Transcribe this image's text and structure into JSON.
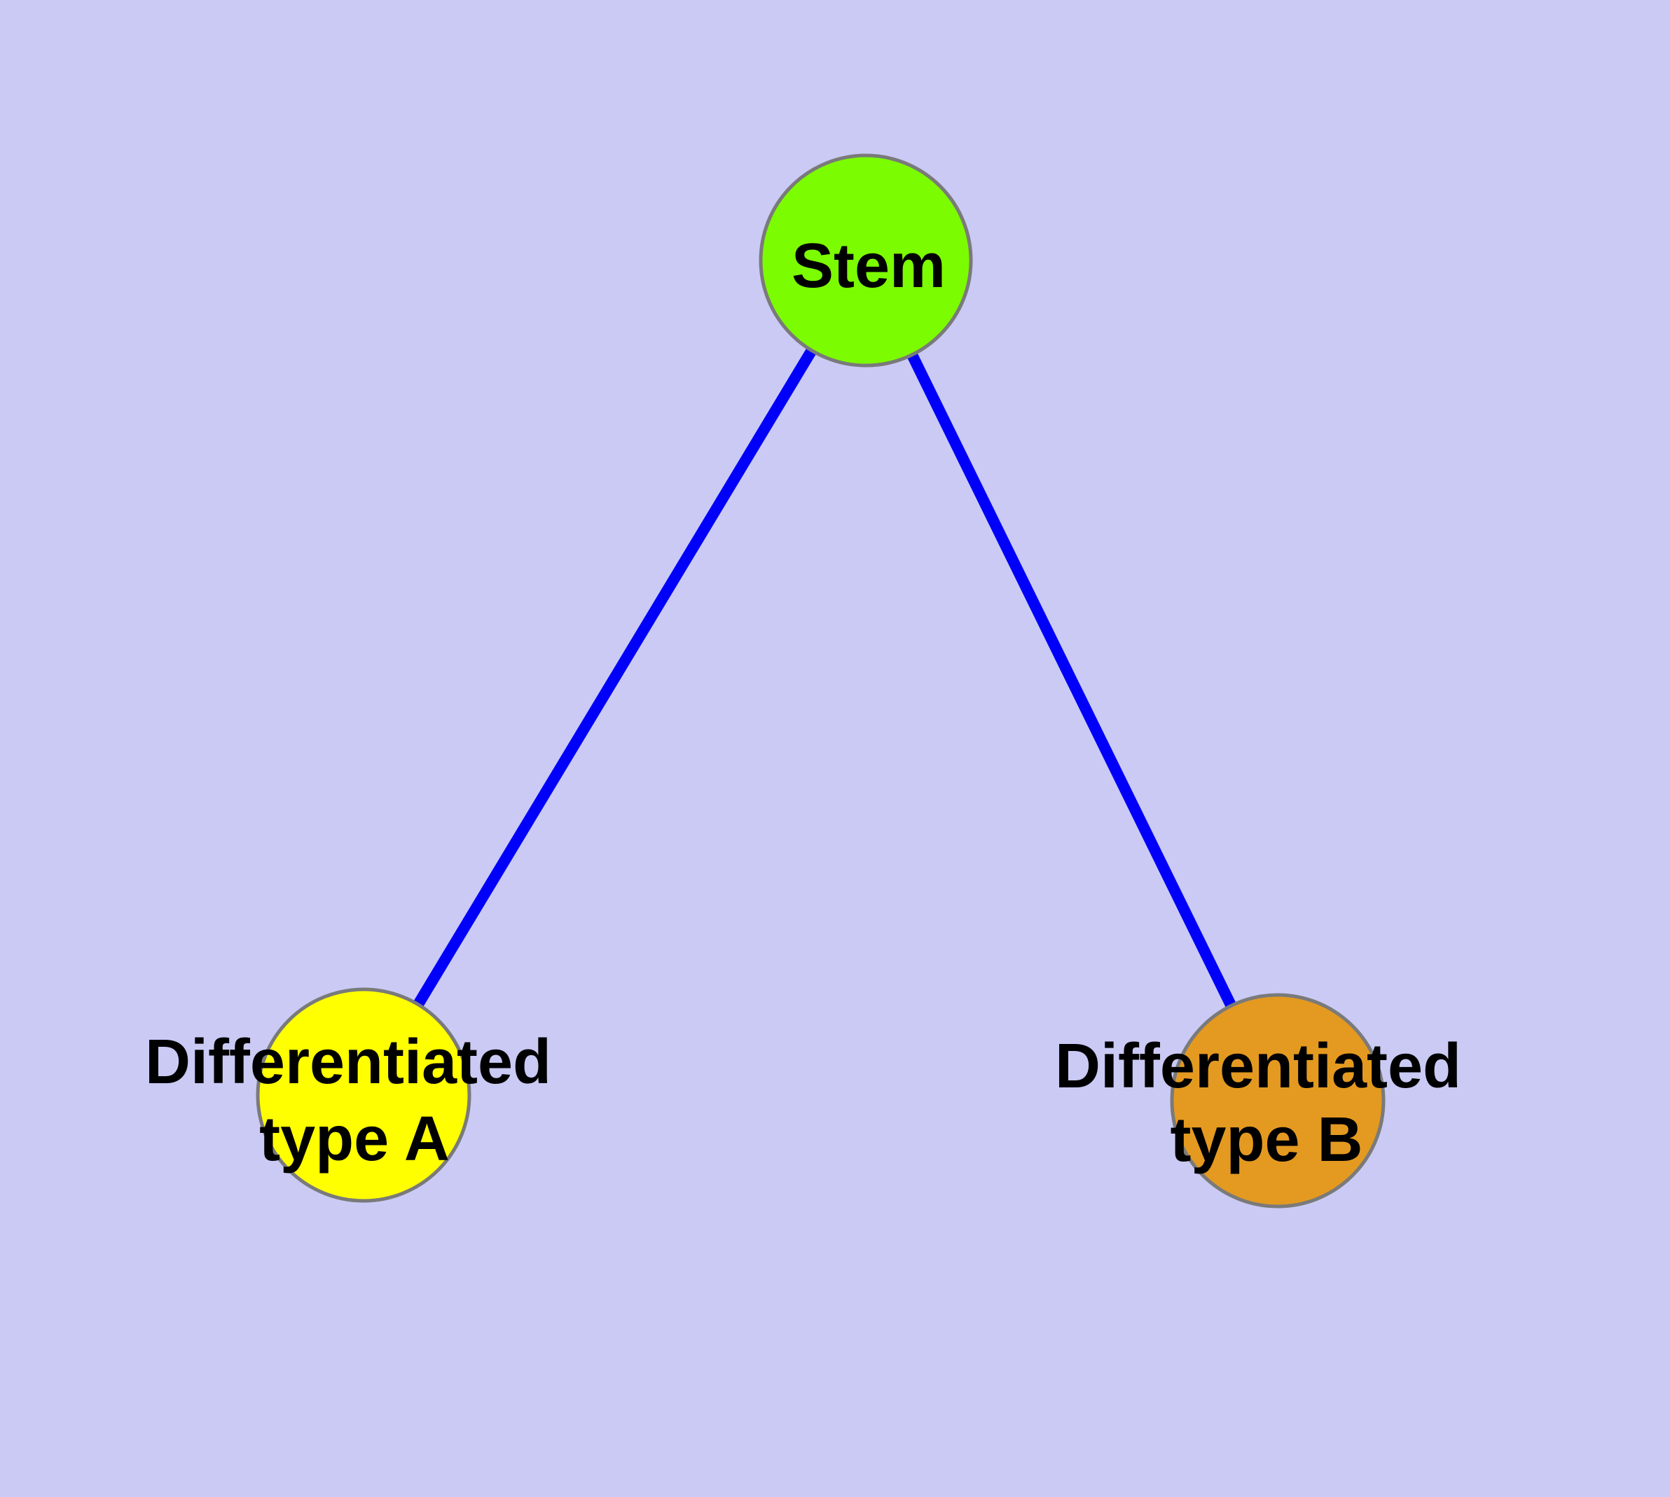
{
  "figure": {
    "type": "node-link-graph",
    "background_color": "#CACAF5",
    "edge_style": {
      "color": "#0000FA",
      "width": "16"
    },
    "node_style": {
      "border_color": "#7A7A7A",
      "border_width": "5",
      "label_color": "#000000"
    },
    "nodes": [
      {
        "id": "stem",
        "label": "Stem",
        "fill": "#7CFC00"
      },
      {
        "id": "differentiated-type-a",
        "label_line1": "Differentiated",
        "label_line2": "type A",
        "fill": "#FFFF00"
      },
      {
        "id": "differentiated-type-b",
        "label_line1": "Differentiated",
        "label_line2": "type B",
        "fill": "#E49A20"
      }
    ],
    "edges": [
      {
        "from": "Stem",
        "to": "Differentiated type A"
      },
      {
        "from": "Stem",
        "to": "Differentiated type B"
      }
    ]
  }
}
